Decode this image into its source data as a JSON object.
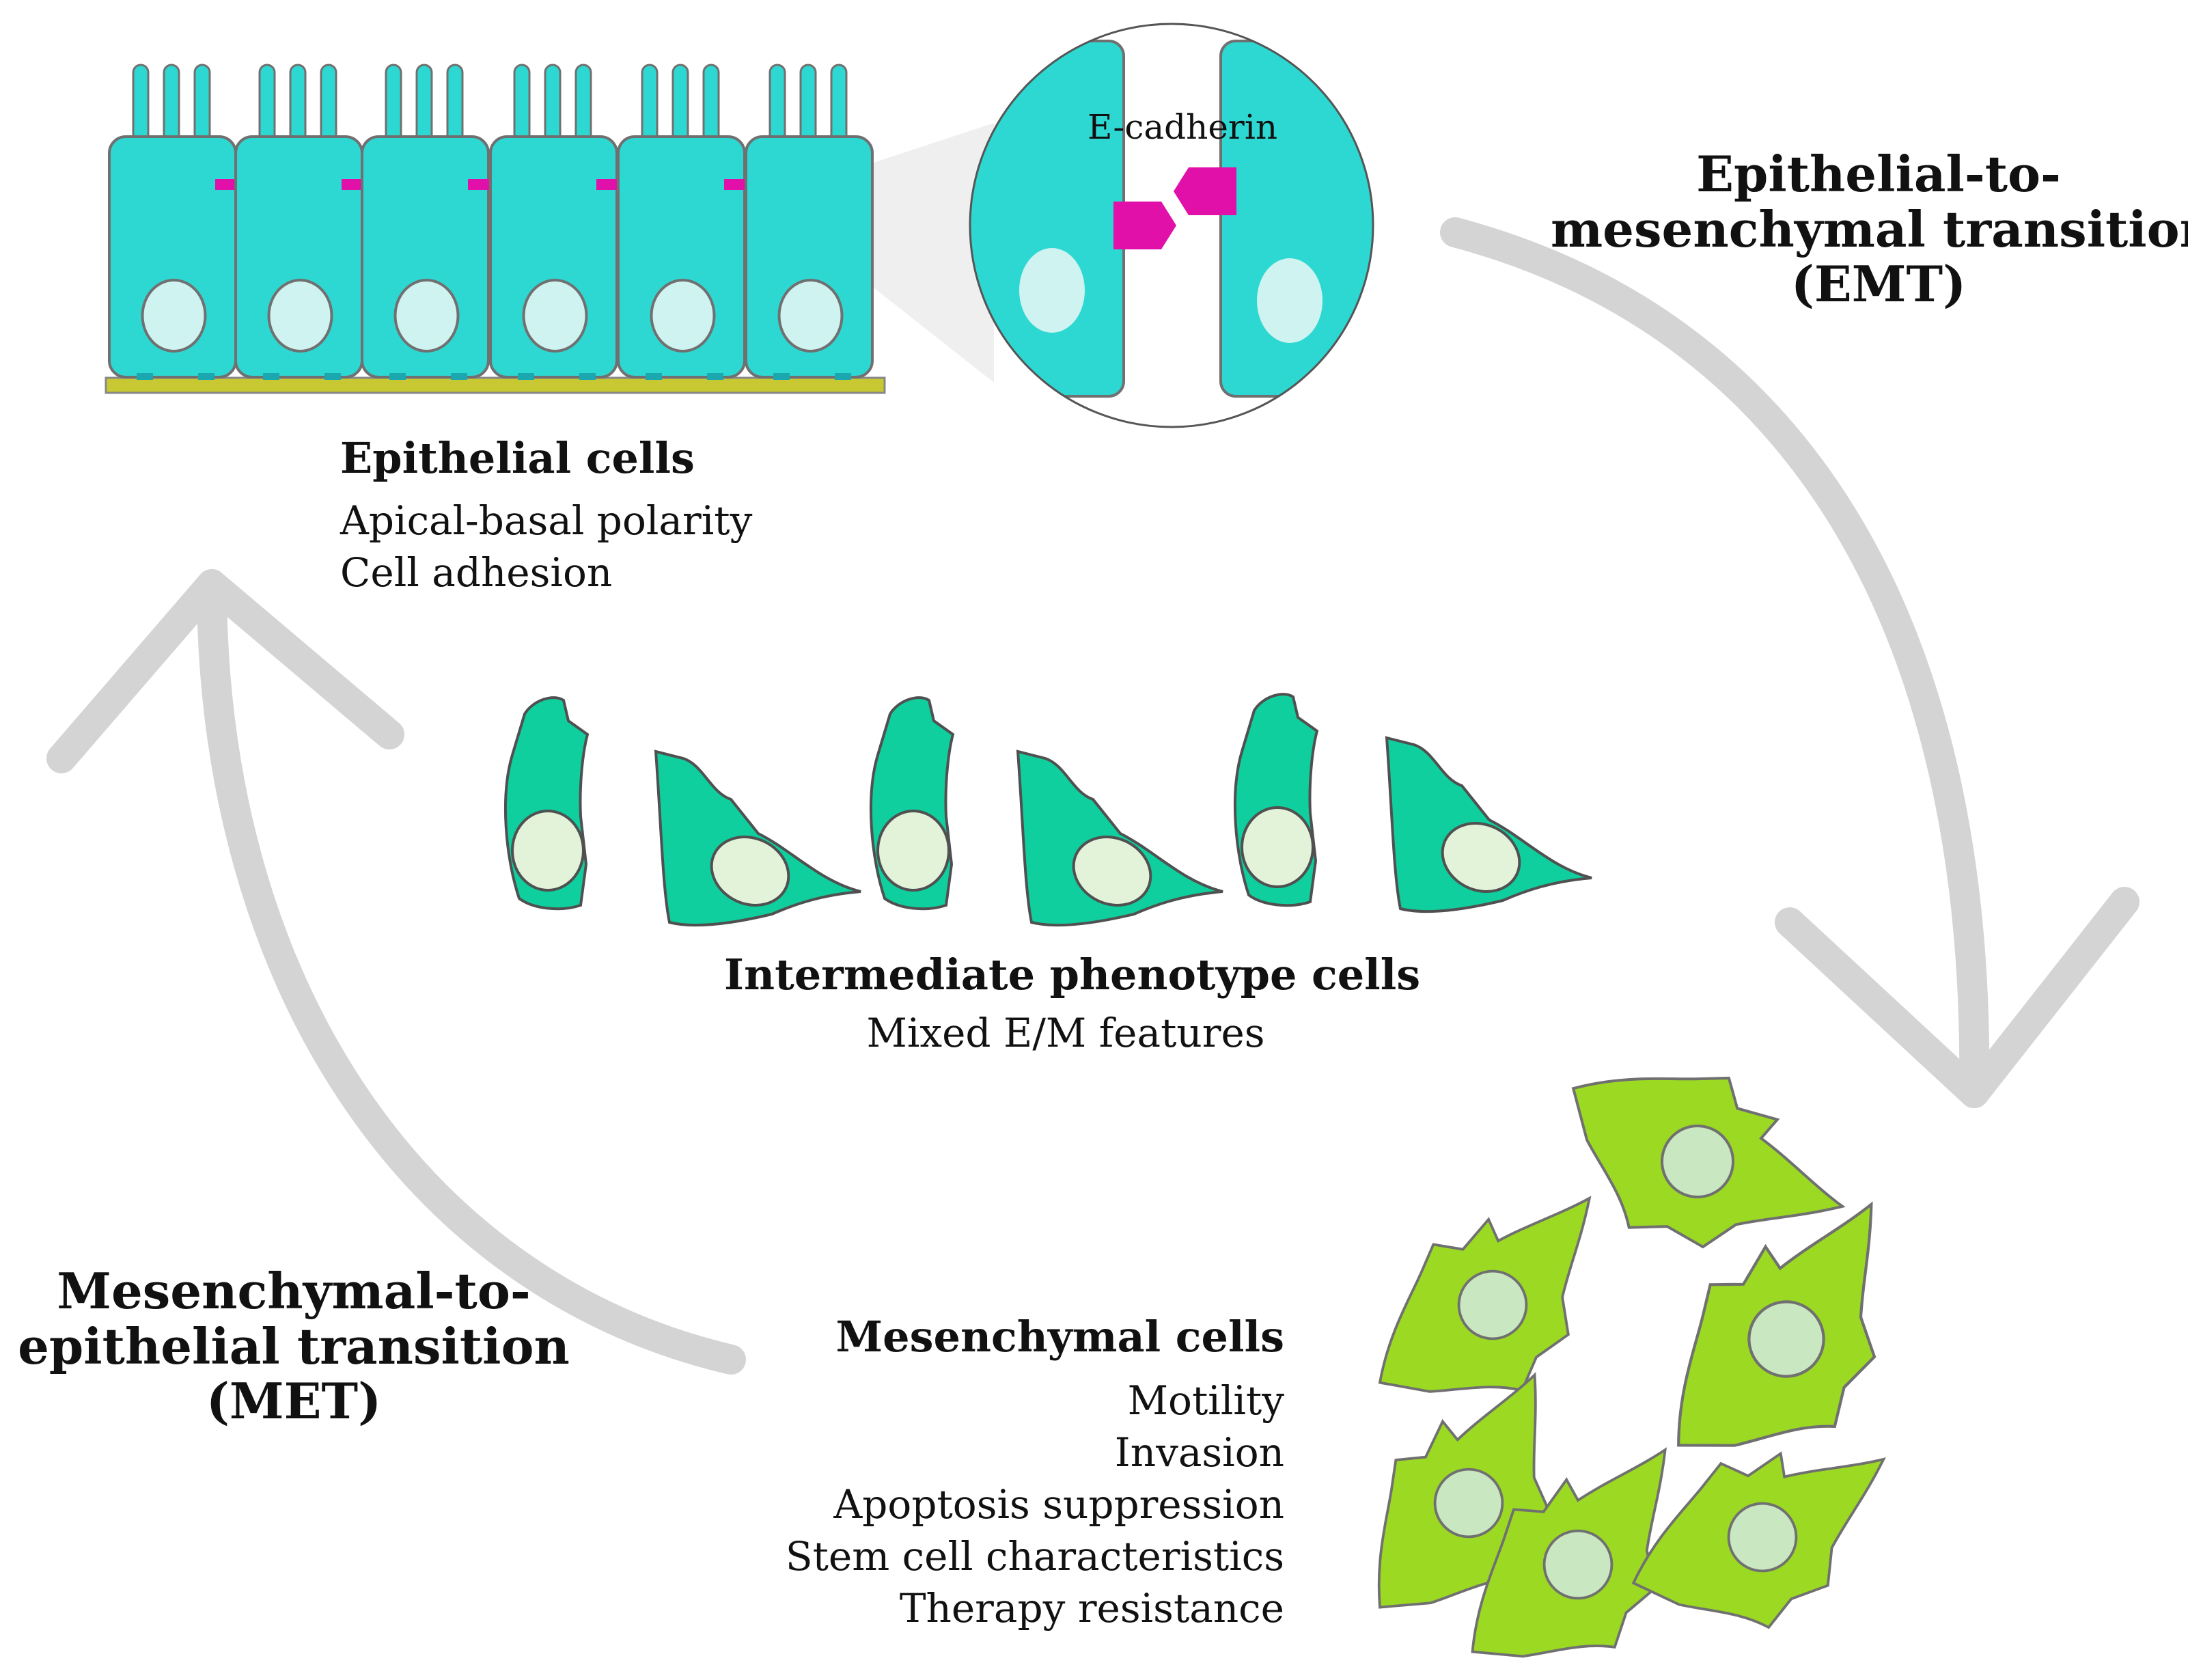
{
  "zoom": {
    "label": "E-cadherin"
  },
  "epithelial": {
    "title": "Epithelial cells",
    "features": [
      "Apical-basal polarity",
      "Cell adhesion"
    ]
  },
  "intermediate": {
    "title": "Intermediate phenotype cells",
    "features": [
      "Mixed E/M features"
    ]
  },
  "mesenchymal": {
    "title": "Mesenchymal cells",
    "features": [
      "Motility",
      "Invasion",
      "Apoptosis suppression",
      "Stem cell characteristics",
      "Therapy resistance"
    ]
  },
  "emt": {
    "lines": [
      "Epithelial-to-",
      "mesenchymal transition",
      "(EMT)"
    ]
  },
  "met": {
    "lines": [
      "Mesenchymal-to-",
      "epithelial transition",
      "(MET)"
    ]
  },
  "colors": {
    "epithelial_cell": "#2ed8d2",
    "epithelial_nucleus": "#cff3f0",
    "e_cadherin": "#e010a8",
    "basement_membrane": "#c8c832",
    "intermediate_cell": "#0fcf9e",
    "intermediate_nucleus": "#e2f3da",
    "mesenchymal_cell": "#9bd923",
    "mesenchymal_nucleus": "#c9e8c2",
    "cycle_arrow": "#d4d4d4",
    "outline": "#707070"
  }
}
